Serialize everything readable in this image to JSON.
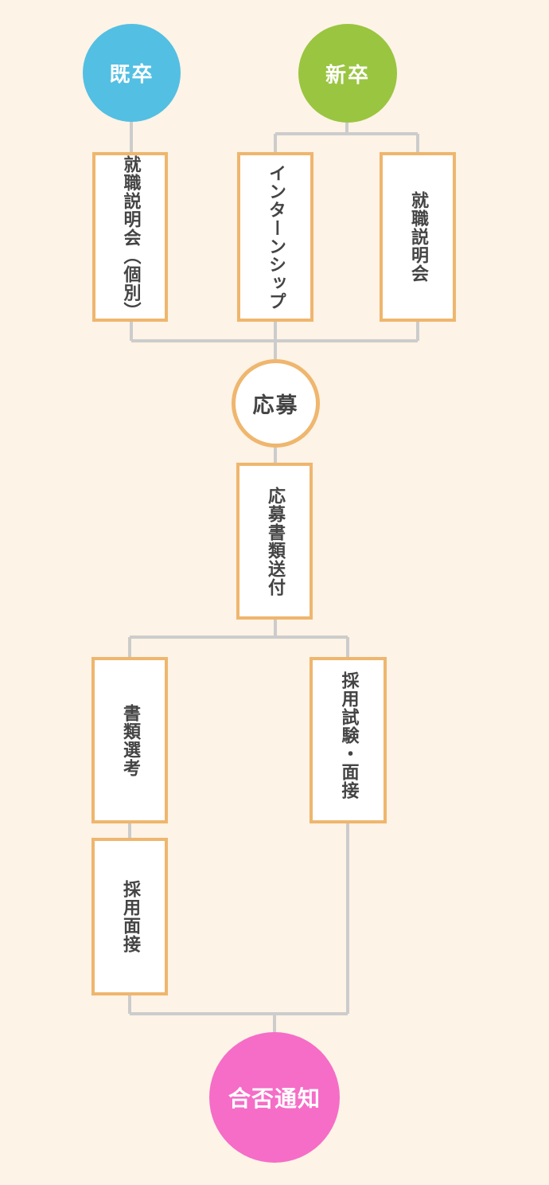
{
  "start_nodes": {
    "kisotsu": "既卒",
    "shinsotsu": "新卒"
  },
  "steps": {
    "kisotsu_briefing": "就職説明会（個別）",
    "internship": "インターンシップ",
    "shinsotsu_briefing": "就職説明会",
    "application": "応募",
    "send_documents": "応募書類送付",
    "document_screening": "書類選考",
    "exam_interview": "採用試験・面接",
    "hiring_interview": "採用面接"
  },
  "end_node": {
    "result_notice": "合否通知"
  },
  "colors": {
    "background": "#fdf3e6",
    "kisotsu": "#53bfe3",
    "shinsotsu": "#9ac540",
    "result": "#f56dc7",
    "box_border": "#efb66e",
    "connector": "#cccccc",
    "text": "#444444"
  }
}
